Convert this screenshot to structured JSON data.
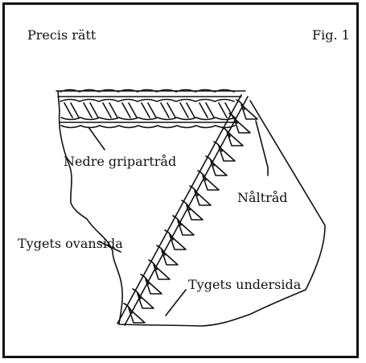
{
  "header": {
    "title": "Precis rätt",
    "figure": "Fig. 1"
  },
  "labels": {
    "lower_looper": "Nedre gripartråd",
    "needle_thread": "Nåltråd",
    "fabric_right_side": "Tygets ovansida",
    "fabric_wrong_side": "Tygets undersida"
  },
  "colors": {
    "ink": "#111111",
    "background": "#ffffff"
  }
}
